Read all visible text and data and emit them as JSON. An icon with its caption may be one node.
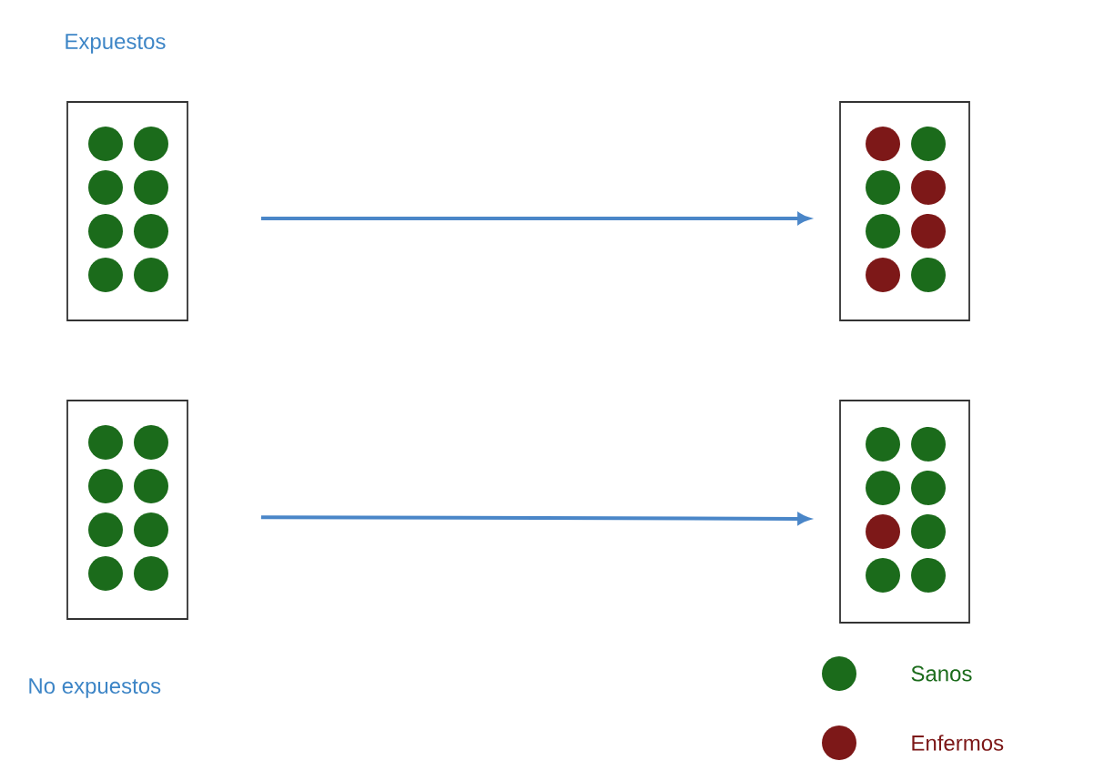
{
  "diagram": {
    "nodes": [
      {
        "text": [],
        "shape": "box"
      },
      {
        "text": [],
        "shape": "box"
      },
      {
        "text": [],
        "shape": "box"
      },
      {
        "text": [],
        "shape": "box"
      }
    ],
    "edges": [
      {
        "from": 0,
        "to": 1,
        "arrow": "to"
      },
      {
        "from": 2,
        "to": 3,
        "arrow": "to"
      }
    ],
    "labels": [
      "Expuestos",
      "No expuestos"
    ],
    "legend": [
      {
        "text": "Sanos",
        "color": "#1b6b1b"
      },
      {
        "text": "Enfermos",
        "color": "#7d1818"
      }
    ]
  }
}
